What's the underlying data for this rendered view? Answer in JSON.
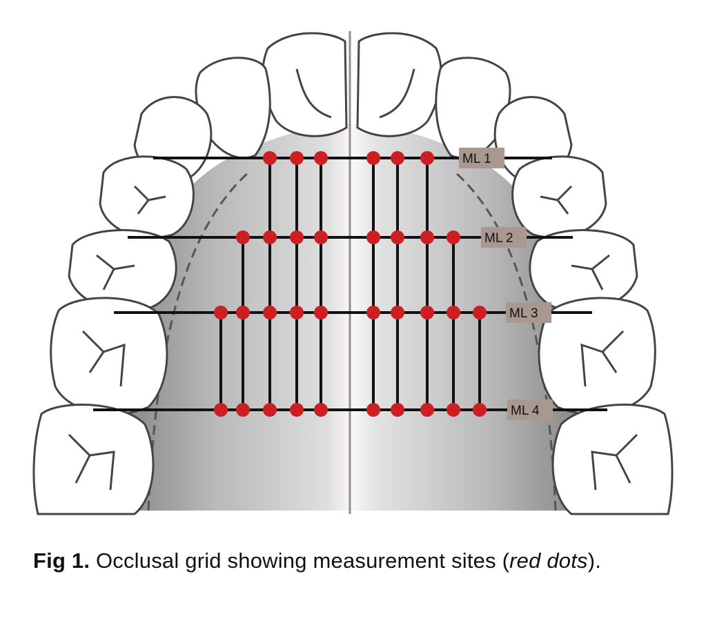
{
  "figure": {
    "measurement_lines": [
      {
        "label": "ML 1",
        "left_sites": 3,
        "right_sites": 3
      },
      {
        "label": "ML 2",
        "left_sites": 4,
        "right_sites": 4
      },
      {
        "label": "ML 3",
        "left_sites": 5,
        "right_sites": 5
      },
      {
        "label": "ML 4",
        "left_sites": 5,
        "right_sites": 5
      }
    ],
    "colors": {
      "dot": "#cc1f24",
      "line": "#111111",
      "label_bg": "#a89890",
      "midline": "#9a8a80",
      "palate_dark": "#8c8c8c",
      "palate_light": "#f2f2f2"
    }
  },
  "caption": {
    "label": "Fig 1.",
    "text_before": " Occlusal grid showing measurement sites (",
    "emphasis": "red dots",
    "text_after": ")."
  }
}
